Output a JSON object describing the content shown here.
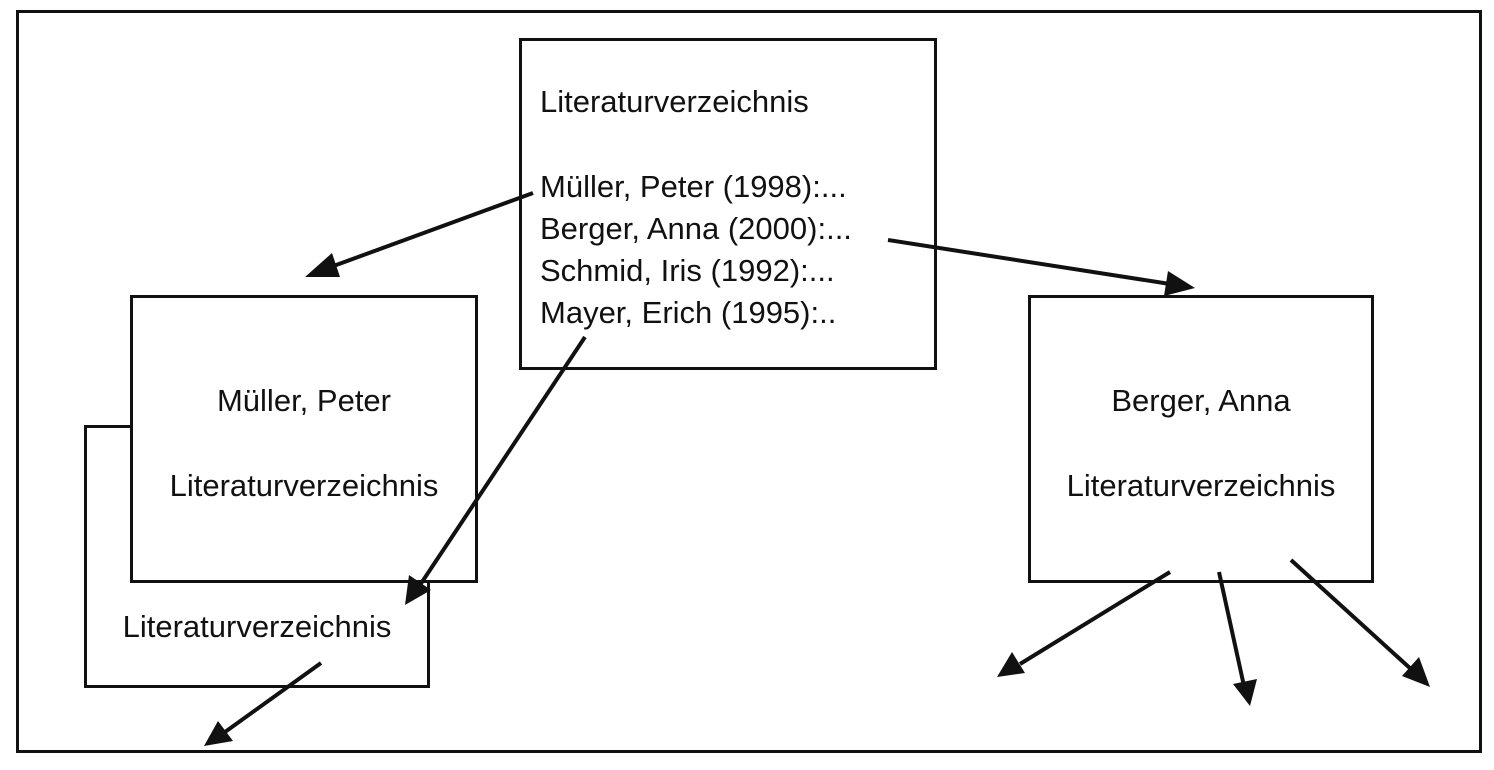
{
  "central": {
    "title": "Literaturverzeichnis",
    "entries": [
      "Müller, Peter (1998):...",
      "Berger, Anna (2000):...",
      "Schmid, Iris (1992):...",
      "Mayer, Erich (1995):.."
    ]
  },
  "left_front": {
    "author": "Müller, Peter",
    "title": "Literaturverzeichnis"
  },
  "left_back": {
    "title": "Literaturverzeichnis"
  },
  "right": {
    "author": "Berger, Anna",
    "title": "Literaturverzeichnis"
  },
  "colors": {
    "stroke": "#111111",
    "background": "#ffffff"
  }
}
